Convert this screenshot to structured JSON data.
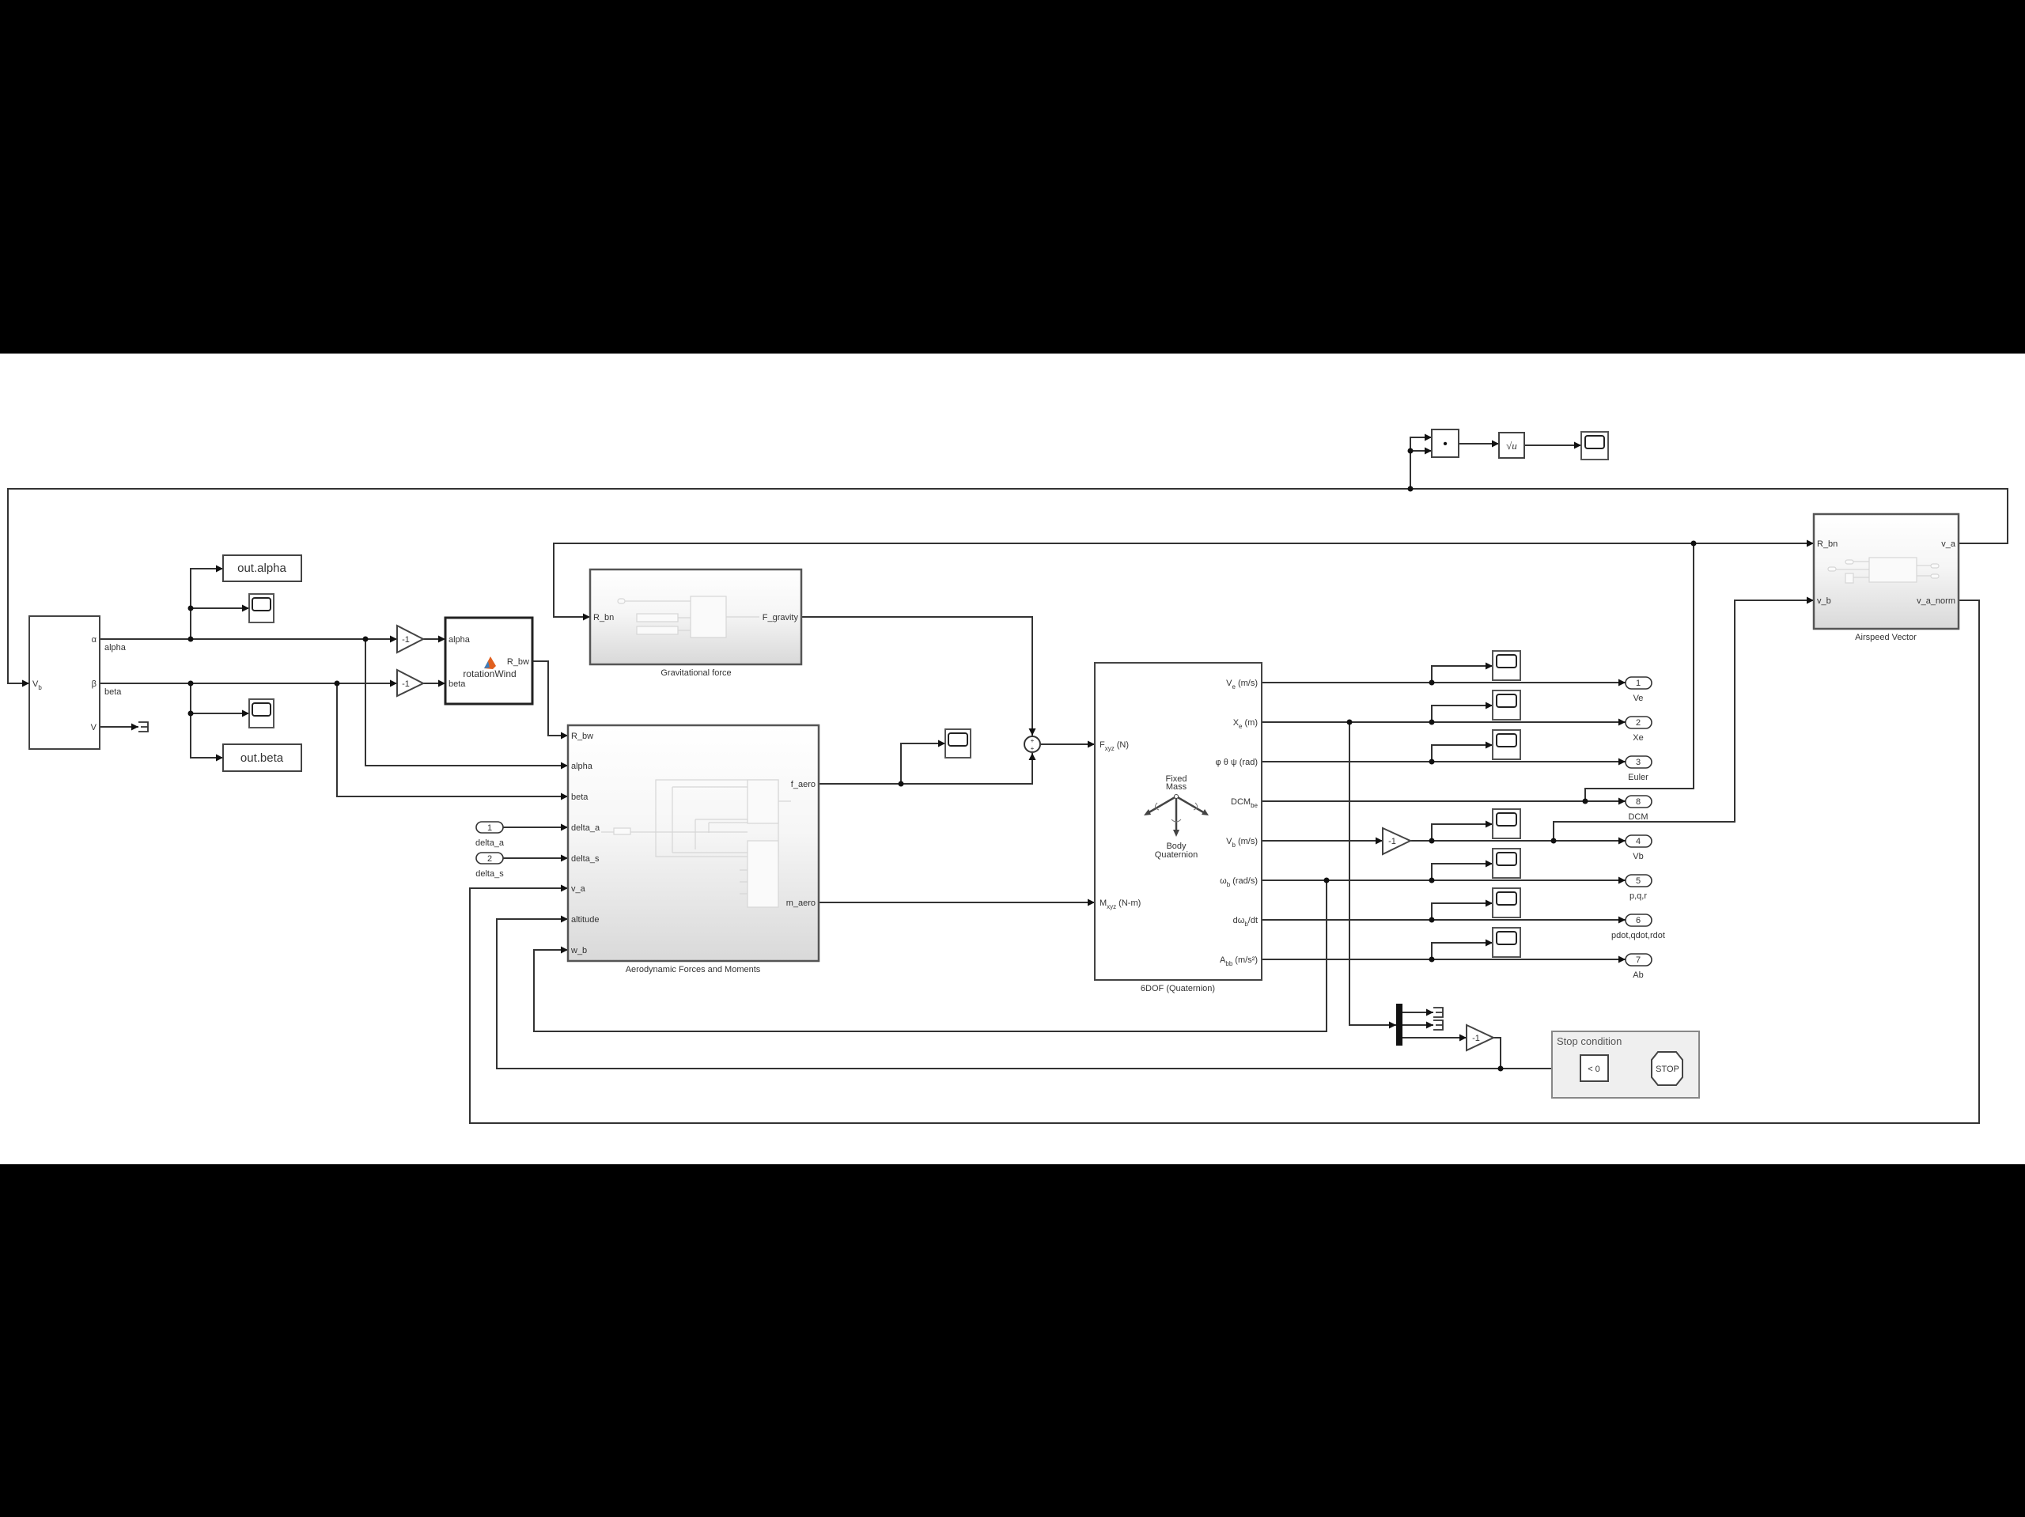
{
  "canvas": {
    "background": "#000000",
    "diagram_background": "#ffffff",
    "line_color": "#333333"
  },
  "vb_block": {
    "input_main": "V",
    "input_sub": "b",
    "out_alpha": "α",
    "out_beta": "β",
    "out_v": "V",
    "signal_alpha": "alpha",
    "signal_beta": "beta"
  },
  "to_workspace": {
    "alpha": "out.alpha",
    "beta": "out.beta"
  },
  "gains": {
    "alpha": "-1",
    "beta": "-1",
    "vb": "-1",
    "altitude": "-1"
  },
  "rotation_wind": {
    "name": "rotationWind",
    "in_alpha": "alpha",
    "in_beta": "beta",
    "out": "R_bw",
    "icon_color": "#e06020"
  },
  "gravity": {
    "title": "Gravitational force",
    "in": "R_bn",
    "out": "F_gravity"
  },
  "aero": {
    "title": "Aerodynamic Forces and Moments",
    "inputs": [
      "R_bw",
      "alpha",
      "beta",
      "delta_a",
      "delta_s",
      "v_a",
      "altitude",
      "w_b"
    ],
    "outputs": [
      "f_aero",
      "m_aero"
    ]
  },
  "inports": [
    {
      "num": "1",
      "label": "delta_a"
    },
    {
      "num": "2",
      "label": "delta_s"
    }
  ],
  "sum": {
    "sign1": "+",
    "sign2": "+"
  },
  "sixdof": {
    "title": "6DOF (Quaternion)",
    "icon_top": "Fixed",
    "icon_top2": "Mass",
    "icon_bottom": "Body",
    "icon_bottom2": "Quaternion",
    "inputs": [
      {
        "main": "F",
        "sub": "xyz",
        "unit": "(N)"
      },
      {
        "main": "M",
        "sub": "xyz",
        "unit": "(N-m)"
      }
    ],
    "outputs": [
      {
        "main": "V",
        "sub": "e",
        "unit": "(m/s)"
      },
      {
        "main": "X",
        "sub": "e",
        "unit": "(m)"
      },
      {
        "main": "φ θ ψ",
        "sub": "",
        "unit": "(rad)"
      },
      {
        "main": "DCM",
        "sub": "be",
        "unit": ""
      },
      {
        "main": "V",
        "sub": "b",
        "unit": "(m/s)"
      },
      {
        "main": "ω",
        "sub": "b",
        "unit": "(rad/s)"
      },
      {
        "main": "dω",
        "sub": "b",
        "unit": "/dt"
      },
      {
        "main": "A",
        "sub": "bb",
        "unit": "(m/s²)"
      }
    ]
  },
  "outports": [
    {
      "num": "1",
      "label": "Ve"
    },
    {
      "num": "2",
      "label": "Xe"
    },
    {
      "num": "3",
      "label": "Euler"
    },
    {
      "num": "8",
      "label": "DCM"
    },
    {
      "num": "4",
      "label": "Vb"
    },
    {
      "num": "5",
      "label": "p,q,r"
    },
    {
      "num": "6",
      "label": "pdot,qdot,rdot"
    },
    {
      "num": "7",
      "label": "Ab"
    }
  ],
  "airspeed": {
    "title": "Airspeed Vector",
    "in1": "R_bn",
    "in2": "v_b",
    "out1": "v_a",
    "out2": "v_a_norm"
  },
  "dot_product": {
    "symbol": "•"
  },
  "sqrt": {
    "symbol": "√u"
  },
  "stop": {
    "area_label": "Stop condition",
    "compare": "< 0",
    "stop_label": "STOP"
  }
}
